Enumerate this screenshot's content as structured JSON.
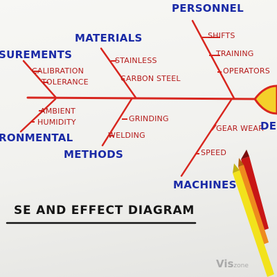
{
  "diagram": {
    "title": "SE AND EFFECT DIAGRAM",
    "effect_label": "DE",
    "categories": {
      "personnel": {
        "label": "PERSONNEL",
        "causes": [
          "SHIFTS",
          "TRAINING",
          "OPERATORS"
        ]
      },
      "materials": {
        "label": "MATERIALS",
        "causes": [
          "STAINLESS",
          "CARBON STEEL"
        ]
      },
      "measurements": {
        "label": "SUREMENTS",
        "causes": [
          "CALIBRATION",
          "TOLERANCE"
        ]
      },
      "environmental": {
        "label": "RONMENTAL",
        "causes": [
          "AMBIENT",
          "HUMIDITY"
        ]
      },
      "methods": {
        "label": "METHODS",
        "causes": [
          "GRINDING",
          "WELDING"
        ]
      },
      "machines": {
        "label": "MACHINES",
        "causes": [
          "GEAR WEAR",
          "SPEED"
        ]
      }
    }
  },
  "watermark": {
    "brand": "Vis",
    "suffix": "zone"
  },
  "colors": {
    "spine": "#d8261f",
    "category_text": "#1a2aa6",
    "cause_text": "#b41a1a",
    "effect_fill": "#f4d02a",
    "underline": "#141414",
    "paper": "#f4f4f1"
  }
}
